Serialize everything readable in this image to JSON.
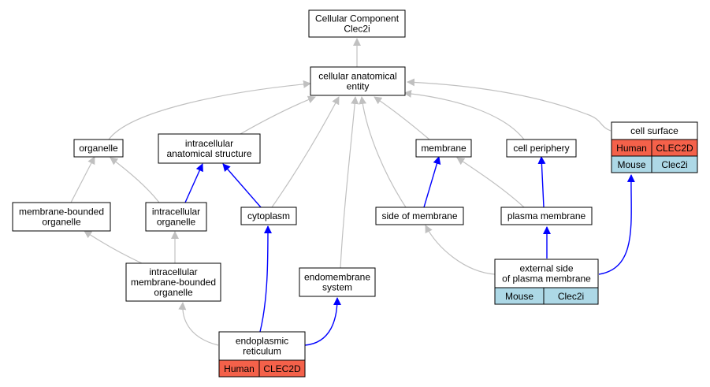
{
  "colors": {
    "human": "#f4614a",
    "mouse": "#add8e6",
    "edge_gray": "#c0c0c0",
    "edge_blue": "#0000ff"
  },
  "nodes": [
    {
      "id": "root",
      "lines": [
        "Cellular Component",
        "Clec2i"
      ]
    },
    {
      "id": "cae",
      "lines": [
        "cellular anatomical",
        "entity"
      ]
    },
    {
      "id": "organelle",
      "lines": [
        "organelle"
      ]
    },
    {
      "id": "ias",
      "lines": [
        "intracellular",
        "anatomical structure"
      ]
    },
    {
      "id": "membrane",
      "lines": [
        "membrane"
      ]
    },
    {
      "id": "periphery",
      "lines": [
        "cell periphery"
      ]
    },
    {
      "id": "surface",
      "lines": [
        "cell surface"
      ],
      "rows": [
        [
          "Human",
          "CLEC2D"
        ],
        [
          "Mouse",
          "Clec2i"
        ]
      ]
    },
    {
      "id": "mbo",
      "lines": [
        "membrane-bounded",
        "organelle"
      ]
    },
    {
      "id": "io",
      "lines": [
        "intracellular",
        "organelle"
      ]
    },
    {
      "id": "cytoplasm",
      "lines": [
        "cytoplasm"
      ]
    },
    {
      "id": "som",
      "lines": [
        "side of membrane"
      ]
    },
    {
      "id": "pm",
      "lines": [
        "plasma membrane"
      ]
    },
    {
      "id": "imbo",
      "lines": [
        "intracellular",
        "membrane-bounded",
        "organelle"
      ]
    },
    {
      "id": "endo",
      "lines": [
        "endomembrane",
        "system"
      ]
    },
    {
      "id": "espm",
      "lines": [
        "external side",
        "of plasma membrane"
      ],
      "rows": [
        [
          "Mouse",
          "Clec2i"
        ]
      ]
    },
    {
      "id": "er",
      "lines": [
        "endoplasmic",
        "reticulum"
      ],
      "rows": [
        [
          "Human",
          "CLEC2D"
        ]
      ]
    }
  ]
}
